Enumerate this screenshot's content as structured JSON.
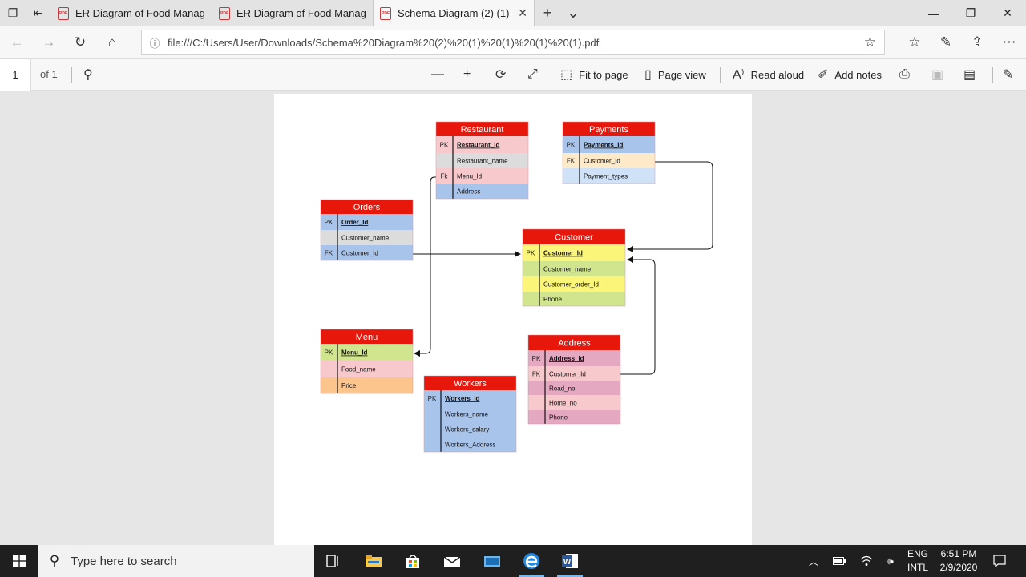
{
  "browser": {
    "tabs": [
      {
        "title": "ER Diagram of Food Manag",
        "active": false
      },
      {
        "title": "ER Diagram of Food Manag",
        "active": false
      },
      {
        "title": "Schema Diagram (2) (1)",
        "active": true
      }
    ],
    "url": "file:///C:/Users/User/Downloads/Schema%20Diagram%20(2)%20(1)%20(1)%20(1)%20(1).pdf"
  },
  "pdf_toolbar": {
    "page_number": "1",
    "page_count": "of 1",
    "fit_to_page": "Fit to page",
    "page_view": "Page view",
    "read_aloud": "Read aloud",
    "add_notes": "Add notes"
  },
  "diagram": {
    "tables": {
      "restaurant": {
        "title": "Restaurant",
        "rows": [
          {
            "key": "PK",
            "name": "Restaurant_Id"
          },
          {
            "key": "",
            "name": "Restaurant_name"
          },
          {
            "key": "Fk",
            "name": "Menu_Id"
          },
          {
            "key": "",
            "name": "Address"
          }
        ]
      },
      "payments": {
        "title": "Payments",
        "rows": [
          {
            "key": "PK",
            "name": "Payments_Id"
          },
          {
            "key": "FK",
            "name": "Customer_Id"
          },
          {
            "key": "",
            "name": "Payment_types"
          }
        ]
      },
      "orders": {
        "title": "Orders",
        "rows": [
          {
            "key": "PK",
            "name": "Order_Id"
          },
          {
            "key": "",
            "name": "Customer_name"
          },
          {
            "key": "FK",
            "name": "Customer_Id"
          }
        ]
      },
      "customer": {
        "title": "Customer",
        "rows": [
          {
            "key": "PK",
            "name": "Customer_Id"
          },
          {
            "key": "",
            "name": "Customer_name"
          },
          {
            "key": "",
            "name": "Customer_order_Id"
          },
          {
            "key": "",
            "name": "Phone"
          }
        ]
      },
      "menu": {
        "title": "Menu",
        "rows": [
          {
            "key": "PK",
            "name": "Menu_Id"
          },
          {
            "key": "",
            "name": "Food_name"
          },
          {
            "key": "",
            "name": "Price"
          }
        ]
      },
      "workers": {
        "title": "Workers",
        "rows": [
          {
            "key": "PK",
            "name": "Workers_Id"
          },
          {
            "key": "",
            "name": "Workers_name"
          },
          {
            "key": "",
            "name": "Workers_salary"
          },
          {
            "key": "",
            "name": "Workers_Address"
          }
        ]
      },
      "address": {
        "title": "Address",
        "rows": [
          {
            "key": "PK",
            "name": "Address_Id"
          },
          {
            "key": "FK",
            "name": "Customer_Id"
          },
          {
            "key": "",
            "name": "Road_no"
          },
          {
            "key": "",
            "name": "Home_no"
          },
          {
            "key": "",
            "name": "Phone"
          }
        ]
      }
    }
  },
  "taskbar": {
    "search_placeholder": "Type here to search",
    "language": "ENG",
    "layout": "INTL",
    "time": "6:51 PM",
    "date": "2/9/2020"
  },
  "colors": {
    "header_red": "#e8170c",
    "blue_row": "#a9c4ea",
    "gray_row": "#dcdcdc",
    "pink_row": "#f8c9cc",
    "yellow_row": "#fbf57a",
    "green_row": "#d1e58f",
    "orange_row": "#fcc58e",
    "rose_row": "#e4a8c1"
  }
}
